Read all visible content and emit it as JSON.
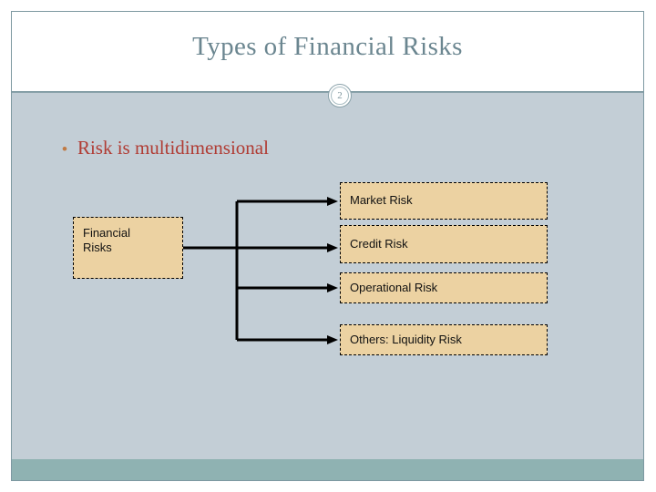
{
  "slide": {
    "title": "Types of Financial Risks",
    "page_number": "2",
    "bullet": {
      "glyph": "•",
      "text": "Risk is multidimensional"
    },
    "colors": {
      "body_background": "#c3ced6",
      "header_background": "#ffffff",
      "title_text": "#6b8690",
      "bullet_text": "#b03c34",
      "bullet_glyph": "#c07b45",
      "footer_bar": "#8fb2b2",
      "node_fill": "#ecd2a2",
      "node_border": "#000000",
      "node_text": "#111111",
      "border": "#7d98a1"
    }
  },
  "diagram": {
    "type": "tree",
    "root": {
      "id": "financial-risks",
      "label": "Financial\nRisks"
    },
    "children": [
      {
        "id": "market-risk",
        "label": "Market Risk"
      },
      {
        "id": "credit-risk",
        "label": "Credit Risk"
      },
      {
        "id": "operational-risk",
        "label": "Operational Risk"
      },
      {
        "id": "others-liquidity",
        "label": "Others: Liquidity Risk"
      }
    ]
  }
}
